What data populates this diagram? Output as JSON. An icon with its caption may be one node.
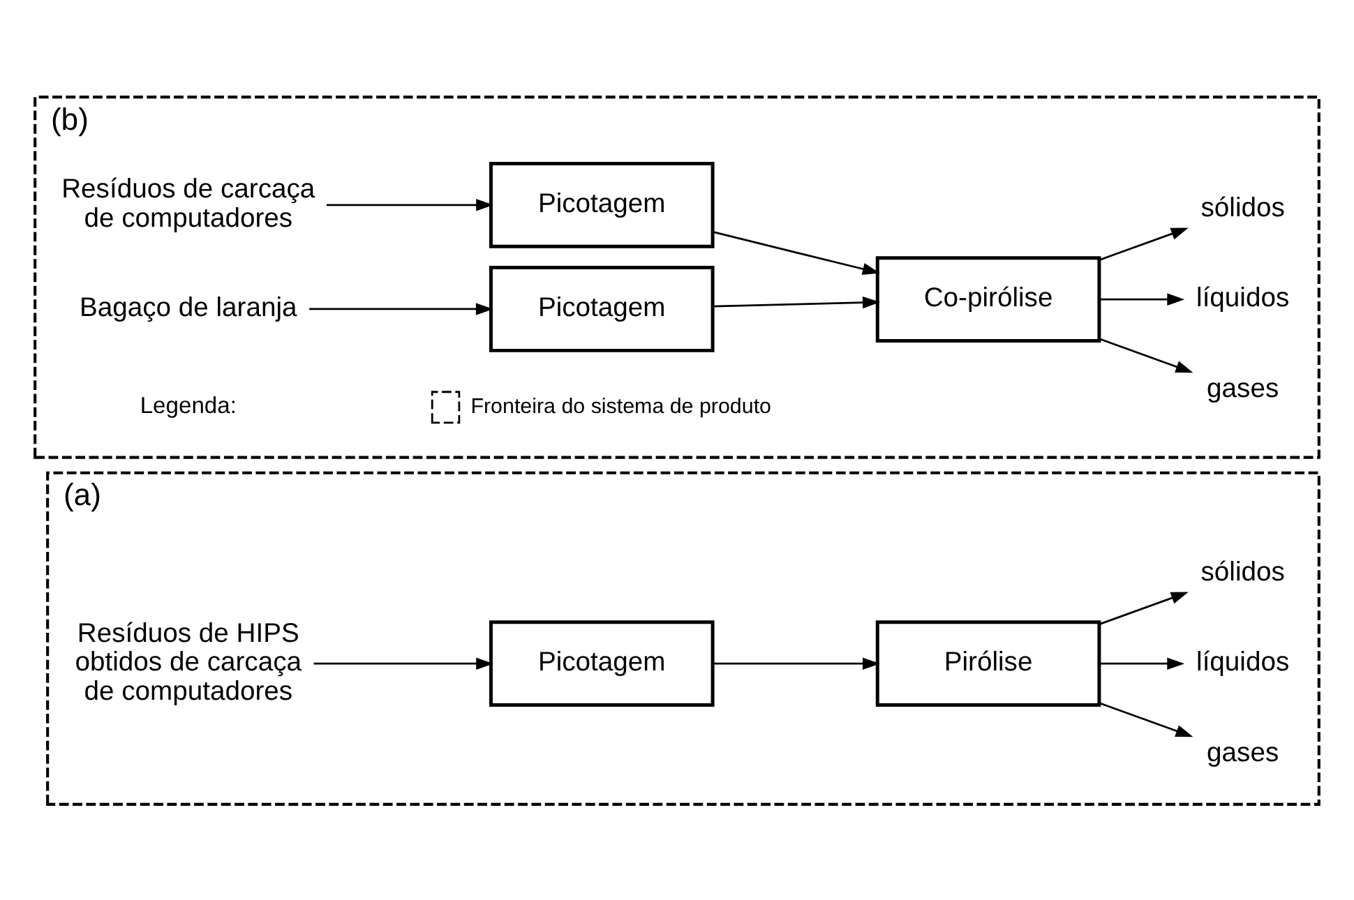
{
  "diagram": {
    "nodes": [
      {
        "text": [
          "(a)"
        ]
      },
      {
        "text": [
          "Resíduos de HIPS obtidos de carcaça de computadores"
        ],
        "in": 0
      },
      {
        "text": [
          "Picotagem"
        ],
        "in": 0
      },
      {
        "text": [
          "Pirólise"
        ],
        "in": 0
      },
      {
        "text": [
          "gases"
        ],
        "in": 0
      },
      {
        "text": [
          "líquidos"
        ],
        "in": 0
      },
      {
        "text": [
          "sólidos"
        ],
        "in": 0
      },
      {
        "text": [
          "(b)"
        ]
      },
      {
        "text": [
          "Resíduos de carcaça de computadores"
        ],
        "in": 7
      },
      {
        "text": [
          "Picotagem"
        ],
        "in": 7
      },
      {
        "text": [
          "Co-pirólise"
        ],
        "in": 7
      },
      {
        "text": [
          "gases"
        ],
        "in": 7
      },
      {
        "text": [
          "líquidos"
        ],
        "in": 7
      },
      {
        "text": [
          "sólidos"
        ],
        "in": 7
      },
      {
        "text": [
          "Bagaço de laranja"
        ],
        "in": 7
      },
      {
        "text": [
          "Picotagem"
        ],
        "in": 7
      }
    ],
    "edges": [
      {
        "from": 1,
        "to": 2,
        "arrow": "to"
      },
      {
        "from": 2,
        "to": 3,
        "arrow": "to"
      },
      {
        "from": 3,
        "to": 4,
        "arrow": "to"
      },
      {
        "from": 3,
        "to": 5,
        "arrow": "to"
      },
      {
        "from": 3,
        "to": 6,
        "arrow": "to"
      },
      {
        "from": 8,
        "to": 9,
        "arrow": "to"
      },
      {
        "from": 9,
        "to": 10,
        "arrow": "to"
      },
      {
        "from": 10,
        "to": 11,
        "arrow": "to"
      },
      {
        "from": 10,
        "to": 12,
        "arrow": "to"
      },
      {
        "from": 10,
        "to": 13,
        "arrow": "to"
      },
      {
        "from": 14,
        "to": 15,
        "arrow": "to"
      },
      {
        "from": 15,
        "to": 10,
        "arrow": "to"
      }
    ],
    "labels": [
      "Legenda:"
    ],
    "legend": [
      {
        "text": "Fronteira do sistema de produto"
      }
    ]
  }
}
